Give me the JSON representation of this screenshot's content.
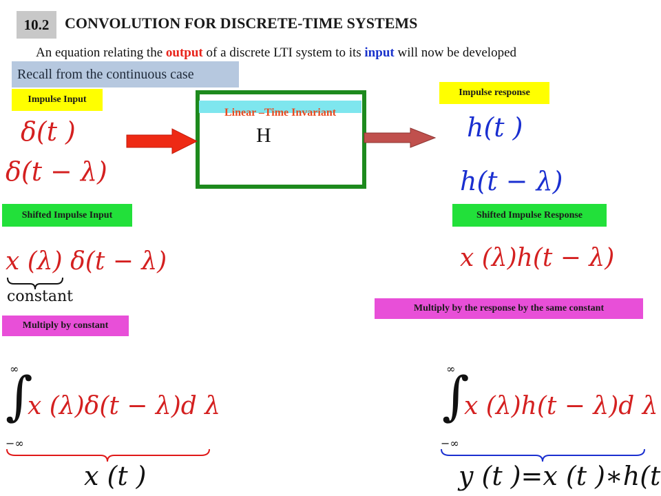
{
  "header": {
    "section_number": "10.2",
    "title": "CONVOLUTION FOR DISCRETE-TIME SYSTEMS"
  },
  "intro": {
    "part1": "An equation relating the ",
    "output_word": "output",
    "part2": " of a discrete LTI system to its ",
    "input_word": "input",
    "part3": " will now be developed"
  },
  "recall": "Recall from the continuous case",
  "labels": {
    "impulse_input": "Impulse Input",
    "impulse_response": "Impulse response",
    "shifted_impulse_input": "Shifted Impulse Input",
    "shifted_impulse_response": "Shifted Impulse Response",
    "multiply_by_constant": "Multiply by constant",
    "multiply_response": "Multiply by the response by the same constant"
  },
  "system": {
    "label": "Linear –Time Invariant",
    "operator": "H"
  },
  "equations": {
    "delta_t": "δ(t )",
    "delta_shift": "δ(t − λ)",
    "h_t": "h(t )",
    "h_shift": "h(t − λ)",
    "x_delta": "x (λ) δ(t − λ)",
    "constant": "constant",
    "x_h": "x (λ)h(t − λ)",
    "int_upper": "∞",
    "int_lower": "−∞",
    "integral_left": "x (λ)δ(t − λ)d λ",
    "integral_right": "x (λ)h(t − λ)d λ",
    "result_left": "x (t )",
    "result_right": "y (t )=x (t )∗h(t )"
  },
  "colors": {
    "arrow_in": "#ee2a14",
    "arrow_out": "#c0504d",
    "box_border": "#1d8a1d",
    "brace_left": "#e01818",
    "brace_right": "#1a2fd0"
  }
}
